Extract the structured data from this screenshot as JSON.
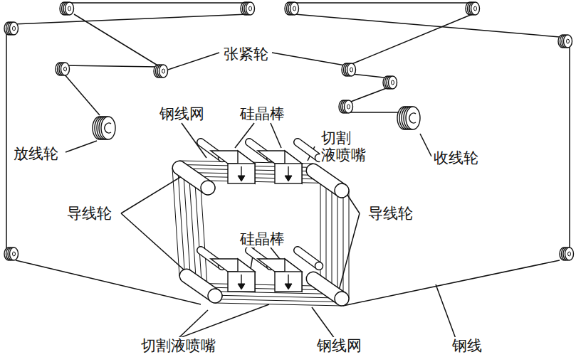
{
  "diagram": {
    "labels": [
      "张紧轮",
      "钢线网",
      "硅晶棒",
      "切割 液喷嘴",
      "放线轮",
      "收线轮",
      "导线轮",
      "导线轮",
      "硅晶棒",
      "切割液喷嘴",
      "钢线网",
      "钢线"
    ]
  }
}
